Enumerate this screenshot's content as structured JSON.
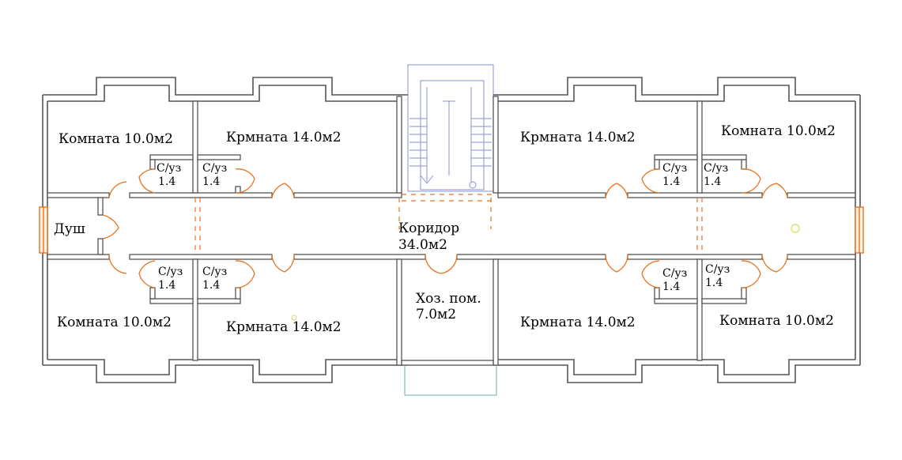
{
  "colors": {
    "wall": "#555555",
    "door": "#e8731e",
    "stair": "#8a8fd8",
    "storage": "#5fb7a8"
  },
  "rooms": {
    "top_left_room": "Комната 10.0м2",
    "top_left_big": "Крмната 14.0м2",
    "top_right_big": "Крмната 14.0м2",
    "top_right_room": "Комната 10.0м2",
    "bottom_left_room": "Комната 10.0м2",
    "bottom_left_big": "Крмната 14.0м2",
    "bottom_right_big": "Крмната 14.0м2",
    "bottom_right_room": "Комната 10.0м2",
    "shower": "Душ",
    "corridor_name": "Коридор",
    "corridor_area": "34.0м2",
    "storage_name": "Хоз. пом.",
    "storage_area": "7.0м2",
    "bath_name": "С/уз",
    "bath_area": "1.4"
  }
}
